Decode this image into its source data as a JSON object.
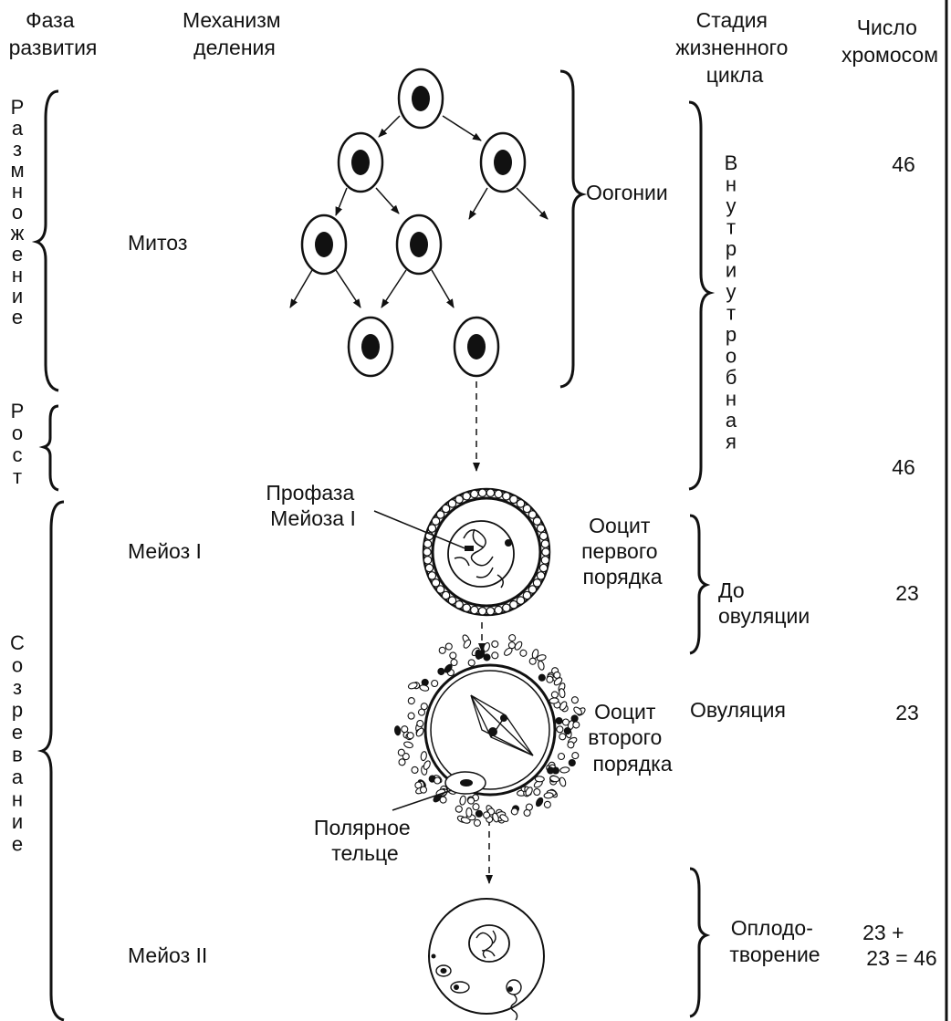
{
  "headers": {
    "phase": [
      "Фаза",
      "развития"
    ],
    "mechanism": [
      "Механизм",
      "деления"
    ],
    "stage": [
      "Стадия",
      "жизненного",
      "цикла"
    ],
    "chromosomes": [
      "Число",
      "хромосом"
    ]
  },
  "phases": {
    "reproduction": "Размножение",
    "growth": "Рост",
    "maturation": "Созревание"
  },
  "mechanisms": {
    "mitosis": "Митоз",
    "meiosis1": "Мейоз I",
    "meiosis2": "Мейоз II"
  },
  "cells": {
    "oogonia": "Оогонии",
    "prophase": [
      "Профаза",
      "Мейоза I"
    ],
    "oocyte1": [
      "Ооцит",
      "первого",
      "порядка"
    ],
    "oocyte2": [
      "Ооцит",
      "второго",
      "порядка"
    ],
    "polar_body": [
      "Полярное",
      "тельце"
    ]
  },
  "stages": {
    "intrauterine": "Внутриутробная",
    "before_ovulation": [
      "До",
      "овуляции"
    ],
    "ovulation": "Овуляция",
    "fertilization": [
      "Оплодо-",
      "творение"
    ]
  },
  "chromosome_counts": {
    "oogonia": "46",
    "growth": "46",
    "oocyte1": "23",
    "ovulation": "23",
    "fertilization": [
      "23 +",
      "23 = 46"
    ]
  }
}
